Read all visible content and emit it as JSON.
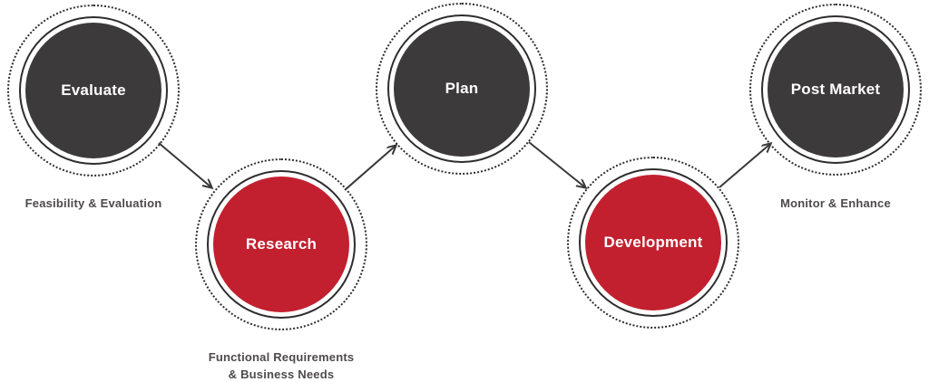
{
  "diagram": {
    "nodes": [
      {
        "id": "evaluate",
        "label": "Evaluate",
        "color": "dark",
        "caption": "Feasibility & Evaluation"
      },
      {
        "id": "research",
        "label": "Research",
        "color": "red",
        "caption": "Functional Requirements\n& Business Needs"
      },
      {
        "id": "plan",
        "label": "Plan",
        "color": "dark",
        "caption": ""
      },
      {
        "id": "development",
        "label": "Development",
        "color": "red",
        "caption": ""
      },
      {
        "id": "post_market",
        "label": "Post Market",
        "color": "dark",
        "caption": "Monitor & Enhance"
      }
    ],
    "flow": [
      "evaluate -> research",
      "research -> plan",
      "plan -> development",
      "development -> post_market"
    ],
    "colors": {
      "dark": "#3d3a3b",
      "red": "#c2202f",
      "ring": "#2e2c2d",
      "arrow": "#3a3839",
      "caption": "#4e4a4b",
      "label": "#ffffff"
    }
  }
}
